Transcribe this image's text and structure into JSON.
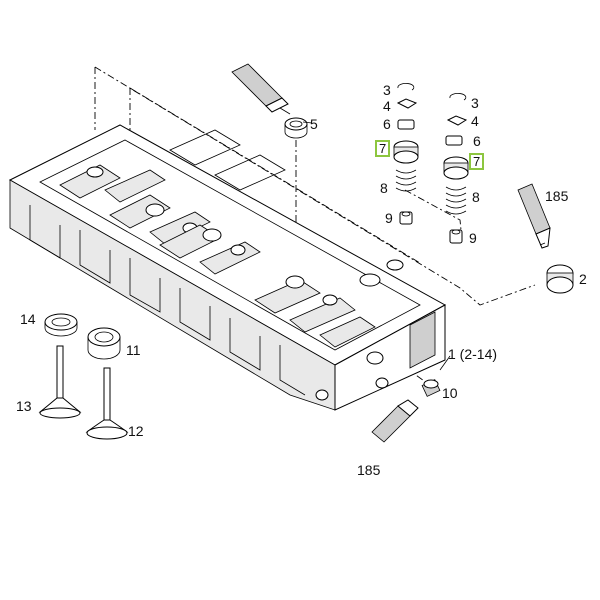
{
  "callouts": [
    {
      "id": "c5",
      "text": "5"
    },
    {
      "id": "c3a",
      "text": "3"
    },
    {
      "id": "c4a",
      "text": "4"
    },
    {
      "id": "c6a",
      "text": "6"
    },
    {
      "id": "c7a",
      "text": "7"
    },
    {
      "id": "c8a",
      "text": "8"
    },
    {
      "id": "c9a",
      "text": "9"
    },
    {
      "id": "c3b",
      "text": "3"
    },
    {
      "id": "c4b",
      "text": "4"
    },
    {
      "id": "c6b",
      "text": "6"
    },
    {
      "id": "c7b",
      "text": "7"
    },
    {
      "id": "c8b",
      "text": "8"
    },
    {
      "id": "c9b",
      "text": "9"
    },
    {
      "id": "c185a",
      "text": "185"
    },
    {
      "id": "c2",
      "text": "2"
    },
    {
      "id": "c14",
      "text": "14"
    },
    {
      "id": "c11",
      "text": "11"
    },
    {
      "id": "c1",
      "text": "1 (2-14)"
    },
    {
      "id": "c13",
      "text": "13"
    },
    {
      "id": "c12",
      "text": "12"
    },
    {
      "id": "c10",
      "text": "10"
    },
    {
      "id": "c185b",
      "text": "185"
    }
  ],
  "colors": {
    "highlight_border": "#8dc63f",
    "line": "#000000",
    "background": "#ffffff"
  }
}
